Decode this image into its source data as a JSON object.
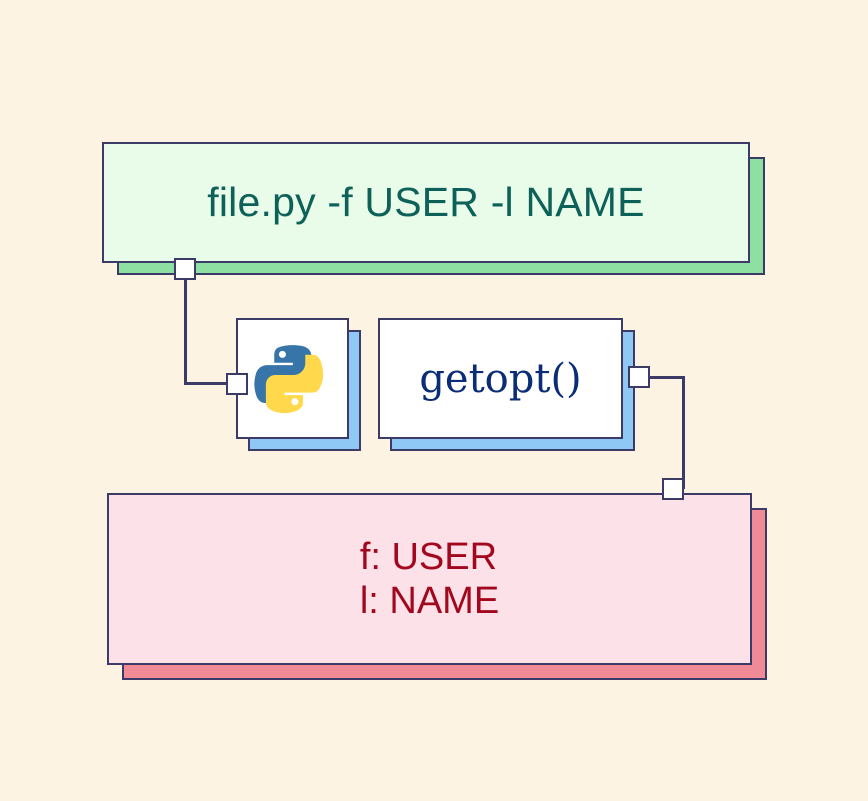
{
  "diagram": {
    "title": "Python getopt command-line parsing flow",
    "background_color": "#fdf3e3",
    "nodes": {
      "command": {
        "text": "file.py -f USER -l NAME",
        "fill_color": "#e9fcea",
        "shadow_color": "#8ddfa2",
        "text_color": "#0d6158",
        "border_color": "#3c3a66"
      },
      "python": {
        "icon": "python-logo-icon",
        "fill_color": "#ffffff",
        "shadow_color": "#8fc7f5",
        "logo_blue": "#3775a9",
        "logo_yellow": "#ffd94b"
      },
      "getopt": {
        "text": "getopt()",
        "fill_color": "#ffffff",
        "shadow_color": "#8fc7f5",
        "text_color": "#0b2d77",
        "border_color": "#3c3a66"
      },
      "result": {
        "lines": [
          "f: USER",
          "l: NAME"
        ],
        "fill_color": "#fce1e8",
        "shadow_color": "#ef8a96",
        "text_color": "#a2071e",
        "border_color": "#3c3a66"
      }
    },
    "connectors": [
      {
        "from": "command",
        "to": "python",
        "style": "elbow"
      },
      {
        "from": "getopt",
        "to": "result",
        "style": "elbow"
      }
    ]
  }
}
